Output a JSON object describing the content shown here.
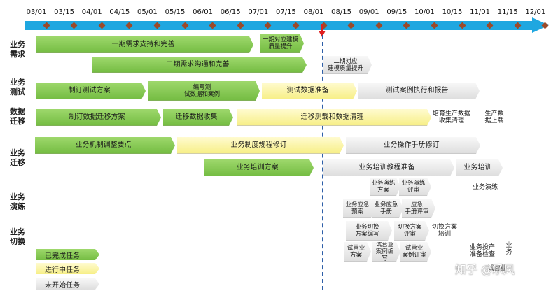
{
  "timeline": {
    "dates": [
      "03/01",
      "03/15",
      "04/01",
      "04/15",
      "05/01",
      "05/15",
      "06/01",
      "06/15",
      "07/01",
      "07/15",
      "08/01",
      "08/15",
      "09/01",
      "09/15",
      "10/01",
      "10/15",
      "11/01",
      "11/15",
      "12/01"
    ],
    "accent": "#1fa7e0",
    "diamond_color": "#9b4a2a",
    "today_marker_color": "#e01f1f",
    "today_line_color": "#2e5fa8"
  },
  "rows": [
    {
      "id": "req",
      "label": "业务\n需求"
    },
    {
      "id": "test",
      "label": "业务\n测试"
    },
    {
      "id": "migdata",
      "label": "数据\n迁移"
    },
    {
      "id": "bizmig",
      "label": "业务\n迁移"
    },
    {
      "id": "drill",
      "label": "业务\n演练"
    },
    {
      "id": "switch",
      "label": "业务\n切换"
    }
  ],
  "tasks": [
    {
      "text": "一期需求支持和完善",
      "status": "done"
    },
    {
      "text": "一期对应建模\n质量提升",
      "status": "done"
    },
    {
      "text": "二期对应\n建模质量提升",
      "status": "todo"
    },
    {
      "text": "二期需求沟通和完善",
      "status": "done"
    },
    {
      "text": "制订测试方案",
      "status": "done"
    },
    {
      "text": "编写测\n试数据和案例",
      "status": "done"
    },
    {
      "text": "测试数据准备",
      "status": "doing"
    },
    {
      "text": "测试案例执行和报告",
      "status": "todo"
    },
    {
      "text": "制订数据迁移方案",
      "status": "done"
    },
    {
      "text": "迁移数据收集",
      "status": "done"
    },
    {
      "text": "迁移测载和数据清理",
      "status": "doing"
    },
    {
      "text": "培育生产数据\n收集清理",
      "status": "plain"
    },
    {
      "text": "生产数\n据上载",
      "status": "plain"
    },
    {
      "text": "业务机制调整要点",
      "status": "done"
    },
    {
      "text": "业务制度规程修订",
      "status": "doing"
    },
    {
      "text": "业务操作手册修订",
      "status": "todo"
    },
    {
      "text": "业务培训方案",
      "status": "done"
    },
    {
      "text": "业务培训教程准备",
      "status": "todo"
    },
    {
      "text": "业务培训",
      "status": "todo"
    },
    {
      "text": "业务演练\n方案",
      "status": "todo"
    },
    {
      "text": "业务演练\n评审",
      "status": "todo"
    },
    {
      "text": "业务演练",
      "status": "plain"
    },
    {
      "text": "业务应急\n预案",
      "status": "todo"
    },
    {
      "text": "业务应急\n手册",
      "status": "todo"
    },
    {
      "text": "应急\n手册评审",
      "status": "todo"
    },
    {
      "text": "业务切换\n方案编写",
      "status": "todo"
    },
    {
      "text": "切换方案\n评审",
      "status": "todo"
    },
    {
      "text": "切换方案\n培训",
      "status": "plain"
    },
    {
      "text": "试营业\n方案",
      "status": "todo"
    },
    {
      "text": "试营业\n案例编写",
      "status": "todo"
    },
    {
      "text": "试营业\n案例评审",
      "status": "todo"
    },
    {
      "text": "业务投产\n准备检查",
      "status": "plain"
    },
    {
      "text": "业\n务",
      "status": "plain"
    },
    {
      "text": "试营业",
      "status": "plain"
    }
  ],
  "legend": [
    {
      "text": "已完成任务",
      "status": "done"
    },
    {
      "text": "进行中任务",
      "status": "doing"
    },
    {
      "text": "未开始任务",
      "status": "todo"
    }
  ],
  "watermark": "知乎 @乐风"
}
